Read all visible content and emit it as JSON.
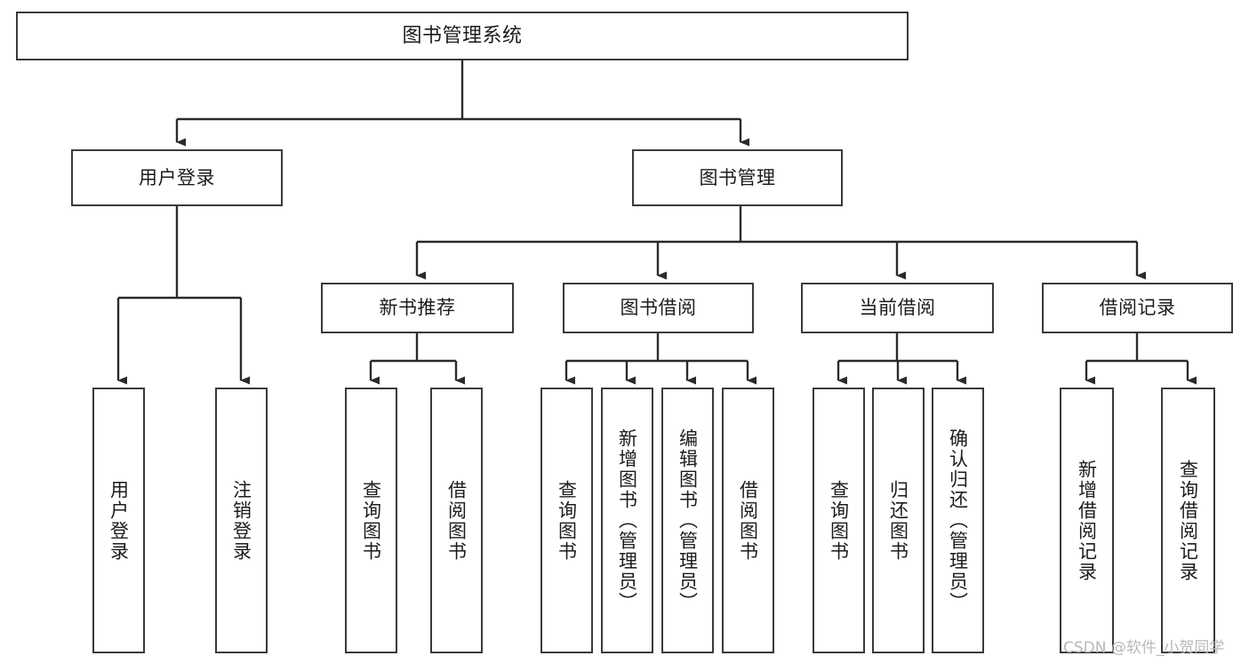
{
  "diagram": {
    "title": "图书管理系统",
    "type": "tree-hierarchy",
    "watermark": "CSDN @软件_小贺同学",
    "colors": {
      "box_border": "#3a3a3a",
      "box_fill": "#ffffff",
      "connector": "#2b2b2b",
      "text": "#1c1c1c",
      "watermark": "#b9b9b9",
      "background": "#ffffff"
    },
    "root": {
      "label": "图书管理系统"
    },
    "level2": [
      {
        "id": "user-login",
        "label": "用户登录"
      },
      {
        "id": "book-management",
        "label": "图书管理"
      }
    ],
    "level3": [
      {
        "id": "new-book-recommend",
        "label": "新书推荐"
      },
      {
        "id": "book-borrow",
        "label": "图书借阅"
      },
      {
        "id": "current-borrow",
        "label": "当前借阅"
      },
      {
        "id": "borrow-record",
        "label": "借阅记录"
      }
    ],
    "leaves": {
      "user-login": [
        {
          "id": "leaf-user-login",
          "label": "用户登录"
        },
        {
          "id": "leaf-logout-login",
          "label": "注销登录"
        }
      ],
      "new-book-recommend": [
        {
          "id": "leaf-query-book-1",
          "label": "查询图书"
        },
        {
          "id": "leaf-borrow-book-1",
          "label": "借阅图书"
        }
      ],
      "book-borrow": [
        {
          "id": "leaf-query-book-2",
          "label": "查询图书"
        },
        {
          "id": "leaf-add-book",
          "label": "新增图书（管理员）"
        },
        {
          "id": "leaf-edit-book",
          "label": "编辑图书（管理员）"
        },
        {
          "id": "leaf-borrow-book-2",
          "label": "借阅图书"
        }
      ],
      "current-borrow": [
        {
          "id": "leaf-query-book-3",
          "label": "查询图书"
        },
        {
          "id": "leaf-return-book",
          "label": "归还图书"
        },
        {
          "id": "leaf-confirm-return",
          "label": "确认归还（管理员）"
        }
      ],
      "borrow-record": [
        {
          "id": "leaf-add-record",
          "label": "新增借阅记录"
        },
        {
          "id": "leaf-query-record",
          "label": "查询借阅记录"
        }
      ]
    }
  }
}
